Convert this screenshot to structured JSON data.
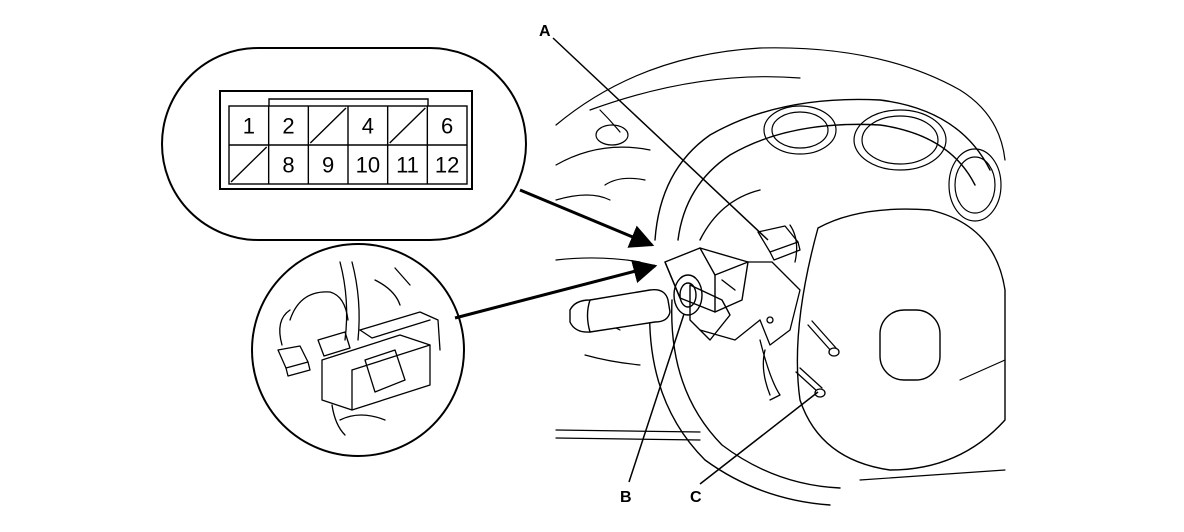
{
  "connector": {
    "top_row": [
      "1",
      "2",
      "",
      "4",
      "",
      "6"
    ],
    "bottom_row": [
      "",
      "8",
      "9",
      "10",
      "11",
      "12"
    ]
  },
  "callouts": {
    "a": "A",
    "b": "B",
    "c": "C"
  }
}
